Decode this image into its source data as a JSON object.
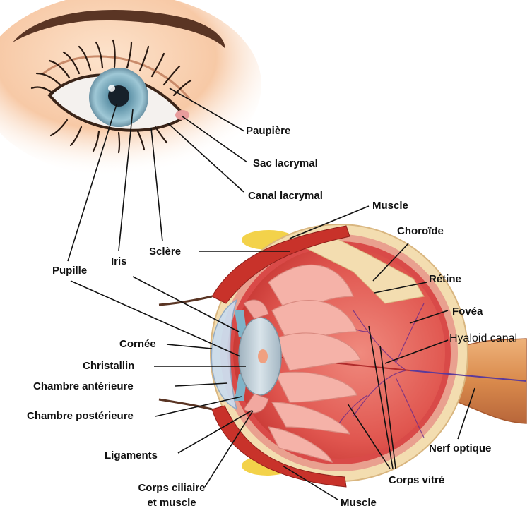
{
  "labels": {
    "paupiere": "Paupière",
    "sac_lacrymal": "Sac lacrymal",
    "canal_lacrymal": "Canal lacrymal",
    "muscle_top": "Muscle",
    "choroide": "Choroïde",
    "sclere": "Sclère",
    "iris": "Iris",
    "pupille": "Pupille",
    "retine": "Rétine",
    "fovea": "Fovéa",
    "hyaloid_canal": "Hyaloid canal",
    "cornee": "Cornée",
    "christallin": "Christallin",
    "chambre_anterieure": "Chambre antérieure",
    "chambre_posterieure": "Chambre postérieure",
    "nerf_optique": "Nerf optique",
    "ligaments": "Ligaments",
    "corps_vitre": "Corps vitré",
    "corps_ciliaire_line1": "Corps ciliaire",
    "corps_ciliaire_line2": "et muscle",
    "muscle_bottom": "Muscle"
  },
  "colors": {
    "skin": "#f6c7a4",
    "eyebrow": "#5a3524",
    "iris": "#7fb3c8",
    "sclera_outer": "#f3ddb0",
    "choroid": "#e9a08f",
    "retina": "#d94a48",
    "vitreous": "#e0564f",
    "lens": "#b8c8d2",
    "cornea": "#c9dcf0",
    "ciliary": "#f2a8a0",
    "nerve": "#e7a062",
    "muscle": "#c8322a",
    "fat": "#f3d24a"
  }
}
